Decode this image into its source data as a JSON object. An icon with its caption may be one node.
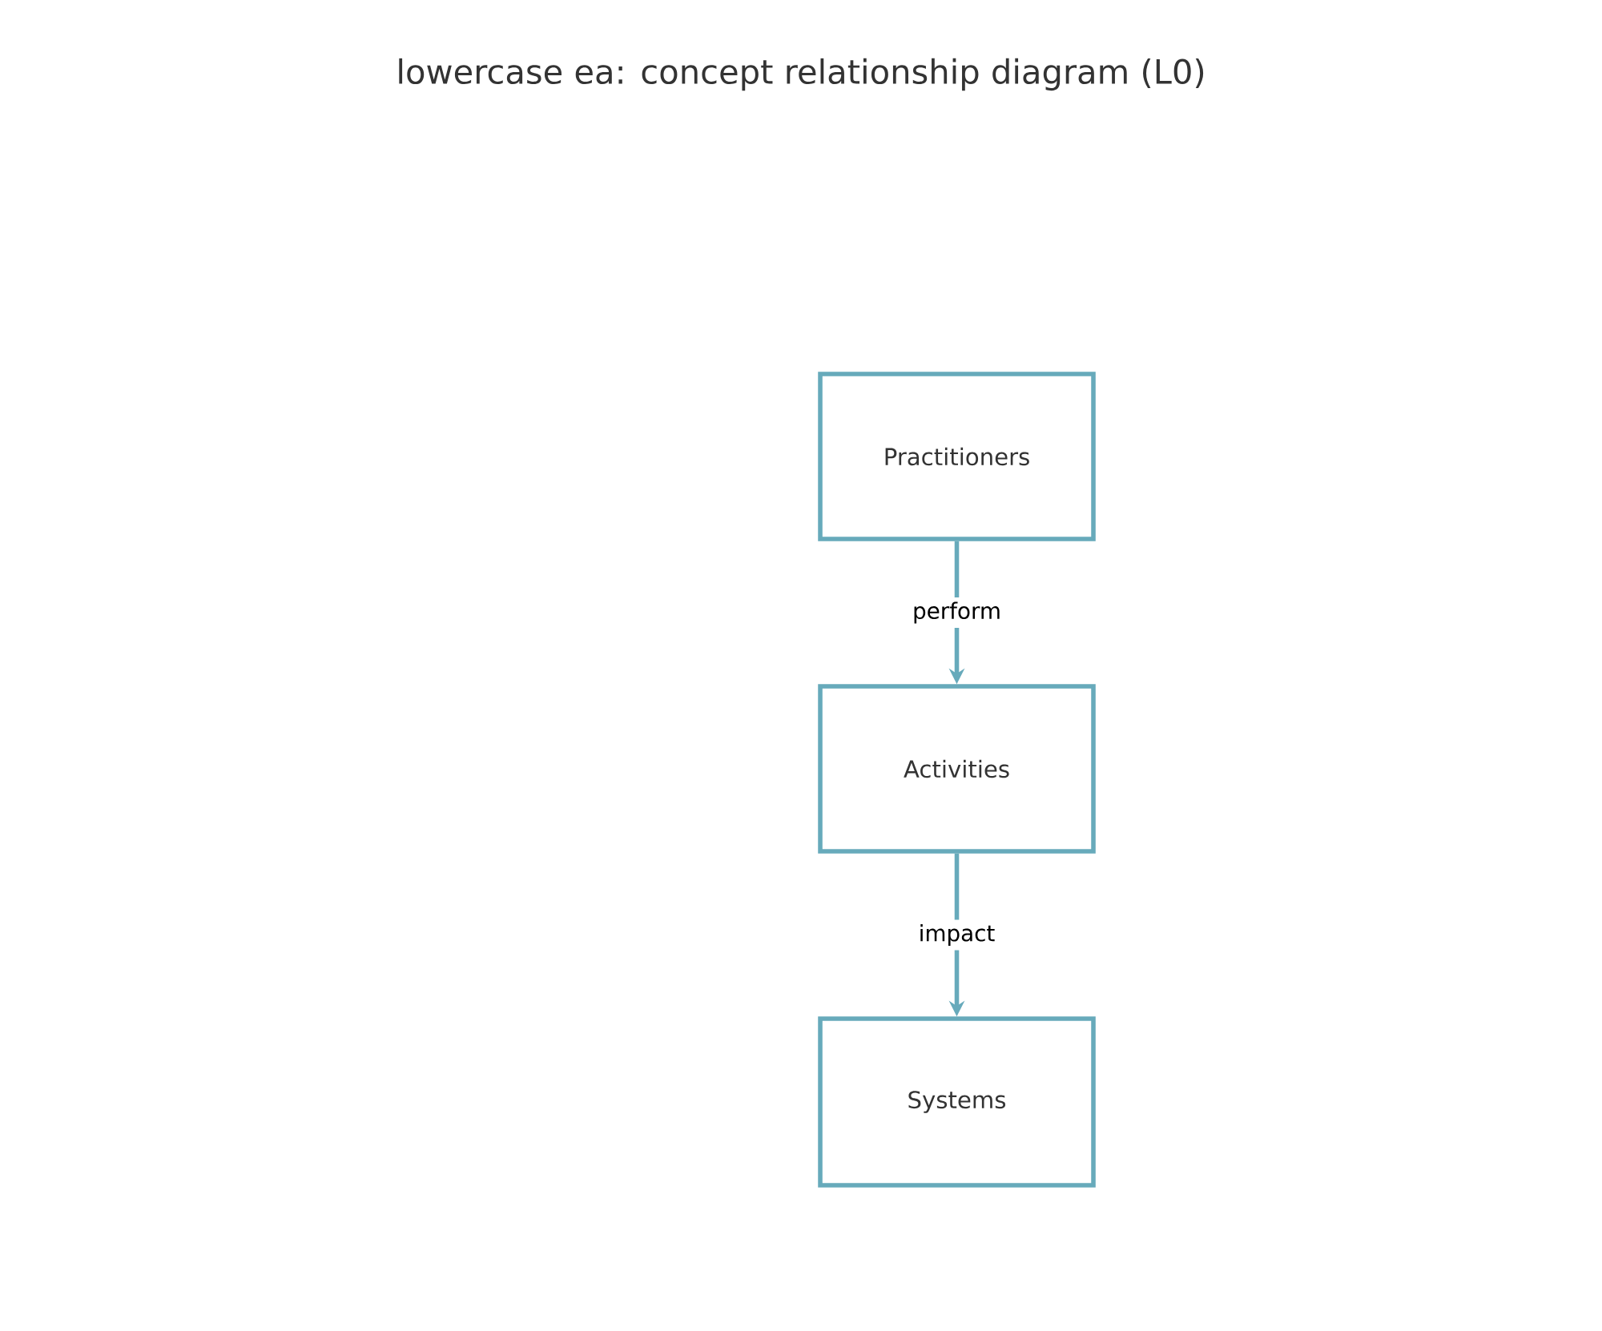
{
  "diagram": {
    "title": "lowercase ea: concept relationship diagram (L0)",
    "nodes": [
      {
        "text": [
          "Practitioners"
        ]
      },
      {
        "text": [
          "Activities"
        ]
      },
      {
        "text": [
          "Systems"
        ]
      }
    ],
    "edges": [
      {
        "from": 0,
        "to": 1,
        "arrow": "to",
        "label": "perform"
      },
      {
        "from": 1,
        "to": 2,
        "arrow": "to",
        "label": "impact"
      }
    ]
  }
}
